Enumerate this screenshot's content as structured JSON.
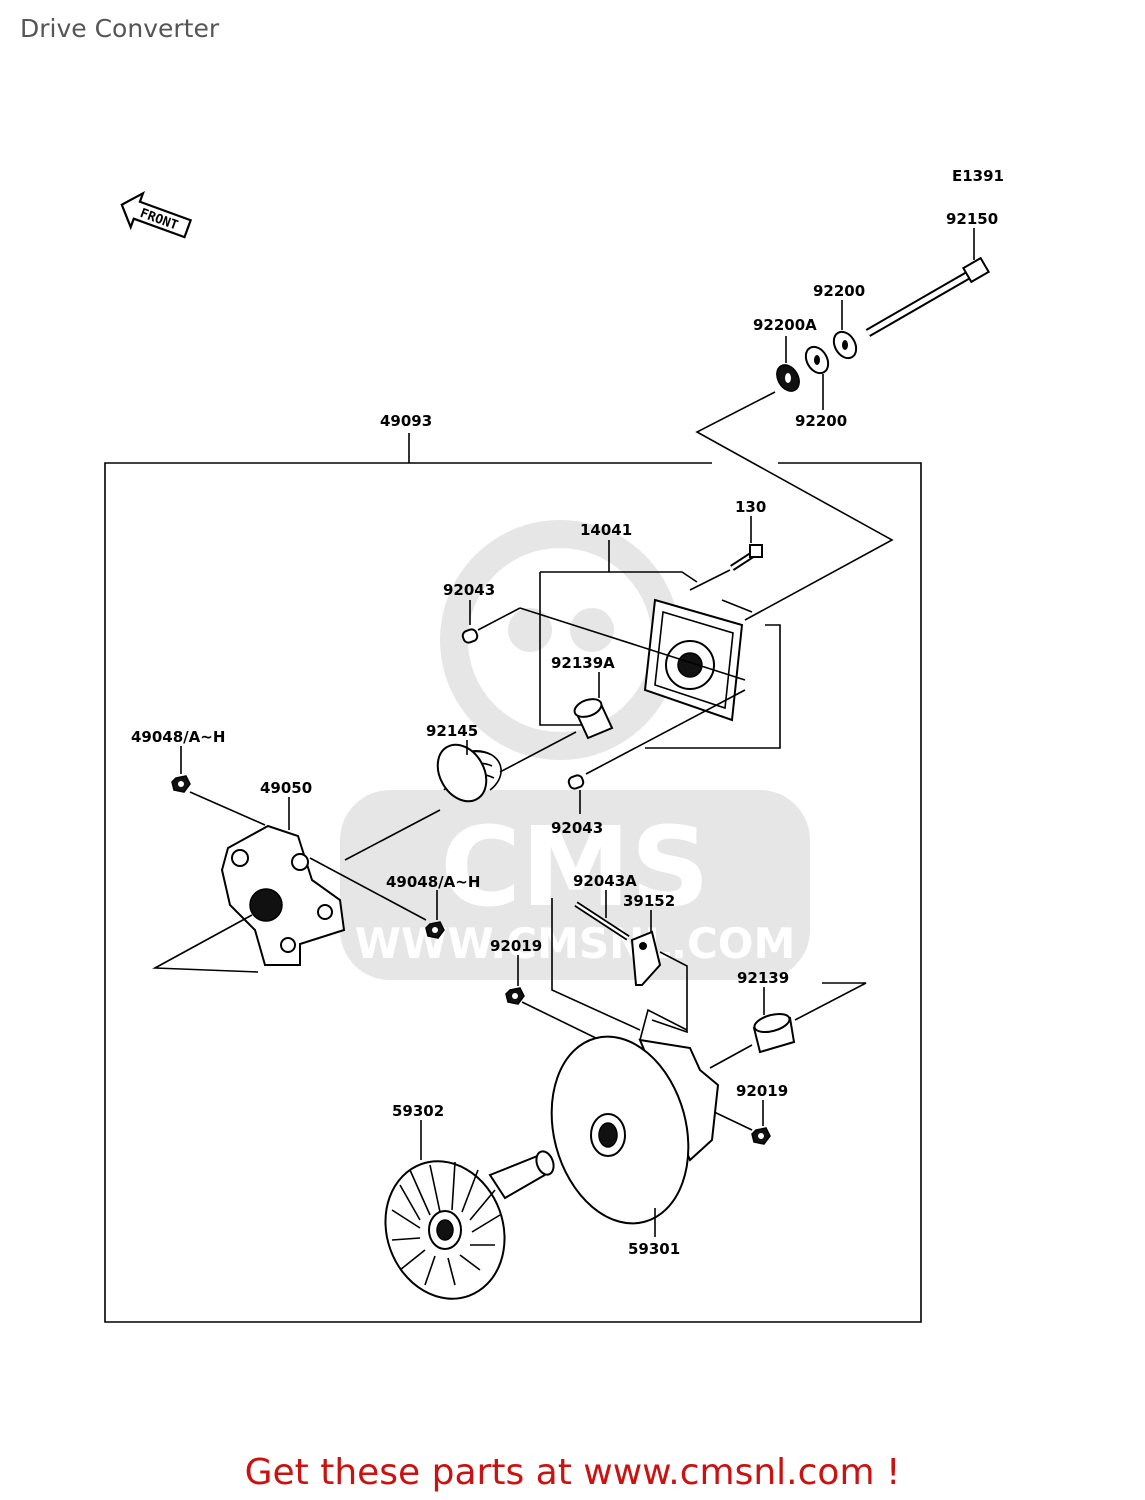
{
  "page": {
    "title": "Drive Converter",
    "footer": "Get these parts at www.cmsnl.com !"
  },
  "diagram": {
    "code": "E1391",
    "front_label": "FRONT",
    "watermark": {
      "brand": "CMS",
      "url": "WWW.CMSNL.COM"
    },
    "parts": [
      {
        "id": "p-92150",
        "label": "92150"
      },
      {
        "id": "p-92200-top",
        "label": "92200"
      },
      {
        "id": "p-92200a",
        "label": "92200A"
      },
      {
        "id": "p-92200-bottom",
        "label": "92200"
      },
      {
        "id": "p-49093",
        "label": "49093"
      },
      {
        "id": "p-130",
        "label": "130"
      },
      {
        "id": "p-14041",
        "label": "14041"
      },
      {
        "id": "p-92043-top",
        "label": "92043"
      },
      {
        "id": "p-92139a",
        "label": "92139A"
      },
      {
        "id": "p-49048-top",
        "label": "49048/A~H"
      },
      {
        "id": "p-92145",
        "label": "92145"
      },
      {
        "id": "p-49050",
        "label": "49050"
      },
      {
        "id": "p-92043-mid",
        "label": "92043"
      },
      {
        "id": "p-49048-mid",
        "label": "49048/A~H"
      },
      {
        "id": "p-92043a",
        "label": "92043A"
      },
      {
        "id": "p-39152",
        "label": "39152"
      },
      {
        "id": "p-92019-left",
        "label": "92019"
      },
      {
        "id": "p-92139",
        "label": "92139"
      },
      {
        "id": "p-92019-right",
        "label": "92019"
      },
      {
        "id": "p-59302",
        "label": "59302"
      },
      {
        "id": "p-59301",
        "label": "59301"
      }
    ]
  }
}
